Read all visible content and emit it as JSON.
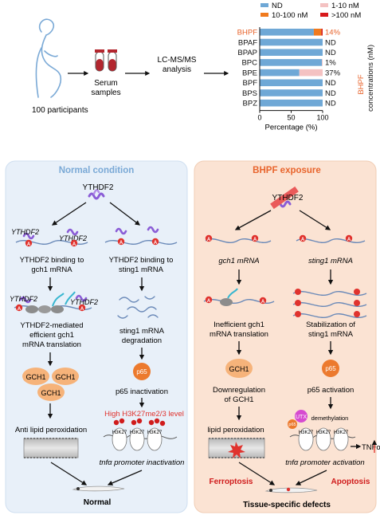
{
  "top": {
    "participants": "100 participants",
    "serum_1": "Serum",
    "serum_2": "samples",
    "lcms_1": "LC-MS/MS",
    "lcms_2": "analysis"
  },
  "chart_data": {
    "type": "bar",
    "orientation": "horizontal",
    "categories": [
      "BHPF",
      "BPAF",
      "BPAP",
      "BPC",
      "BPE",
      "BPF",
      "BPS",
      "BPZ"
    ],
    "series": [
      {
        "name": "ND",
        "color": "#6fa8d6",
        "values": [
          86,
          100,
          100,
          99,
          63,
          100,
          100,
          100
        ]
      },
      {
        "name": "1-10 nM",
        "color": "#f4c2c2",
        "values": [
          0,
          0,
          0,
          1,
          37,
          0,
          0,
          0
        ]
      },
      {
        "name": "10-100 nM",
        "color": "#f07a1e",
        "values": [
          12,
          0,
          0,
          0,
          0,
          0,
          0,
          0
        ]
      },
      {
        "name": ">100 nM",
        "color": "#d7191c",
        "values": [
          2,
          0,
          0,
          0,
          0,
          0,
          0,
          0
        ]
      }
    ],
    "bar_labels": [
      "14%",
      "ND",
      "ND",
      "1%",
      "37%",
      "ND",
      "ND",
      "ND"
    ],
    "xlabel": "Percentage (%)",
    "xticks": [
      "0",
      "50",
      "100"
    ],
    "xlim": [
      0,
      100
    ],
    "ylabel_highlight": "BHPF",
    "ylabel_rest": "concentrations (nM)",
    "highlight_color": "#e8642c",
    "legend_position": "top"
  },
  "normal": {
    "title": "Normal condition",
    "title_color": "#7aa9d6",
    "panel_color": "#e8f0f9",
    "ythdf2": "YTHDF2",
    "bind_gch1_1": "YTHDF2 binding to",
    "bind_gch1_2": "gch1 mRNA",
    "bind_sting_1": "YTHDF2 binding to",
    "bind_sting_2": "sting1 mRNA",
    "mediated_1": "YTHDF2-mediated",
    "mediated_2": "efficient gch1",
    "mediated_3": "mRNA translation",
    "degrade_1": "sting1 mRNA",
    "degrade_2": "degradation",
    "gch1": "GCH1",
    "p65": "p65",
    "p65_inact": "p65 inactivation",
    "h3k27_level": "High H3K27me2/3 level",
    "h3k27": "H3K27",
    "anti_lipid": "Anti lipid peroxidation",
    "tnf_inact": "tnfα promoter inactivation",
    "outcome": "Normal",
    "m6a": "A"
  },
  "bhpf": {
    "title": "BHPF exposure",
    "title_color": "#e8642c",
    "panel_color": "#fbe3d3",
    "ythdf2": "YTHDF2",
    "gch1_mrna": "gch1 mRNA",
    "sting_mrna": "sting1 mRNA",
    "ineff_1": "Inefficient gch1",
    "ineff_2": "mRNA translation",
    "stab_1": "Stabilization of",
    "stab_2": "sting1 mRNA",
    "gch1": "GCH1",
    "p65": "p65",
    "downreg_1": "Downregulation",
    "downreg_2": "of GCH1",
    "p65_act": "p65 activation",
    "utx": "UTX",
    "demethylation": "demethylation",
    "h3k27": "H3K27",
    "tnf": "TNFα",
    "lipid": "lipid peroxidation",
    "tnf_act": "tnfα promoter activation",
    "ferroptosis": "Ferroptosis",
    "apoptosis": "Apoptosis",
    "outcome": "Tissue-specific defects"
  }
}
